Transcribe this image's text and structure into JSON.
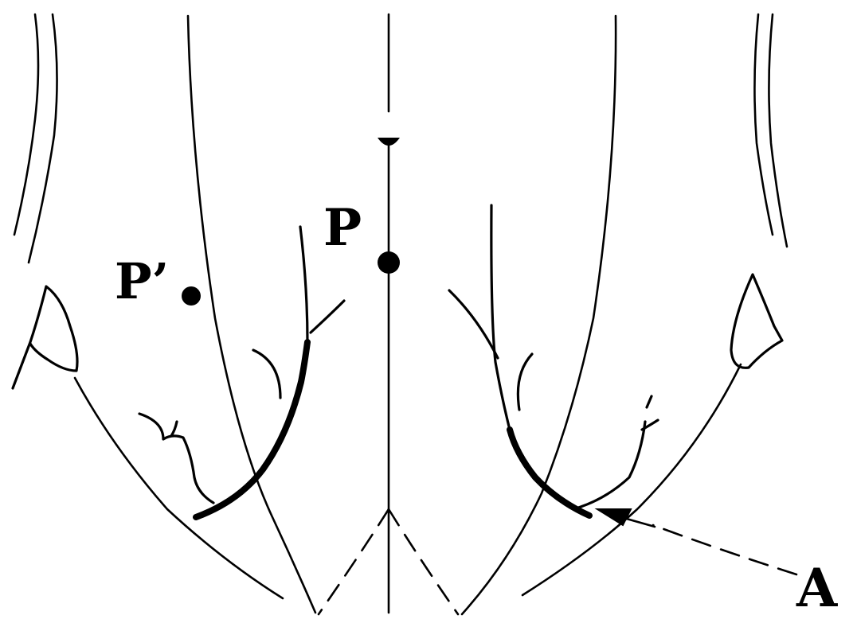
{
  "labels": {
    "p": "P",
    "p_prime": "P’",
    "a": "A"
  }
}
